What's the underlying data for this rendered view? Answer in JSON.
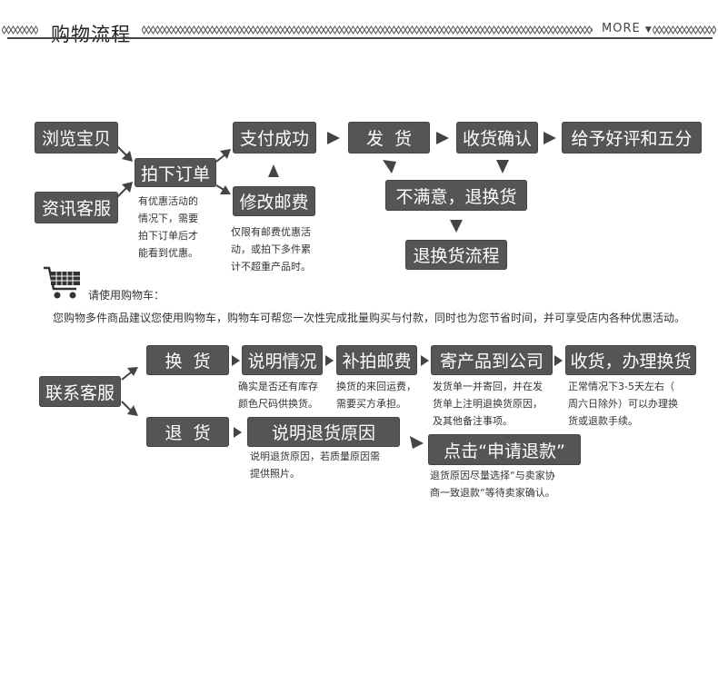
{
  "header": {
    "title": "购物流程",
    "more_label": "MORE"
  },
  "flow1": {
    "browse": "浏览宝贝",
    "service": "资讯客服",
    "order": "拍下订单",
    "pay": "支付成功",
    "modify": "修改邮费",
    "ship": "发  货",
    "confirm": "收货确认",
    "review": "给予好评和五分",
    "unhappy": "不满意，退换货",
    "return_flow": "退换货流程",
    "note_order": [
      "有优惠活动的",
      "情况下，需要",
      "拍下订单后才",
      "能看到优惠。"
    ],
    "note_modify": [
      "仅限有邮费优惠活",
      "动，或拍下多件累",
      "计不超重产品时。"
    ]
  },
  "cart": {
    "label": "请使用购物车：",
    "text": "您购物多件商品建议您使用购物车，购物车可帮您一次性完成批量购买与付款，同时也为您节省时间，并可享受店内各种优惠活动。"
  },
  "flow2": {
    "contact": "联系客服",
    "exchange": "换  货",
    "refund": "退  货",
    "explain": "说明情况",
    "repost": "补拍邮费",
    "send_back": "寄产品到公司",
    "receive": "收货，办理换货",
    "explain_reason": "说明退货原因",
    "apply": "点击“申请退款”",
    "note_explain": [
      "确实是否还有库存",
      "颜色尺码供换货。"
    ],
    "note_repost": [
      "换货的来回运费，",
      "需要买方承担。"
    ],
    "note_send": [
      "发货单一并寄回，并在发",
      "货单上注明退换货原因，",
      "及其他备注事项。"
    ],
    "note_receive": [
      "正常情况下3-5天左右（",
      "周六日除外）可以办理换",
      "货或退款手续。"
    ],
    "note_reason": [
      "说明退货原因，若质量原因需",
      "提供照片。"
    ],
    "note_apply": [
      "退货原因尽量选择“与卖家协",
      "商一致退款“等待卖家确认。"
    ]
  }
}
